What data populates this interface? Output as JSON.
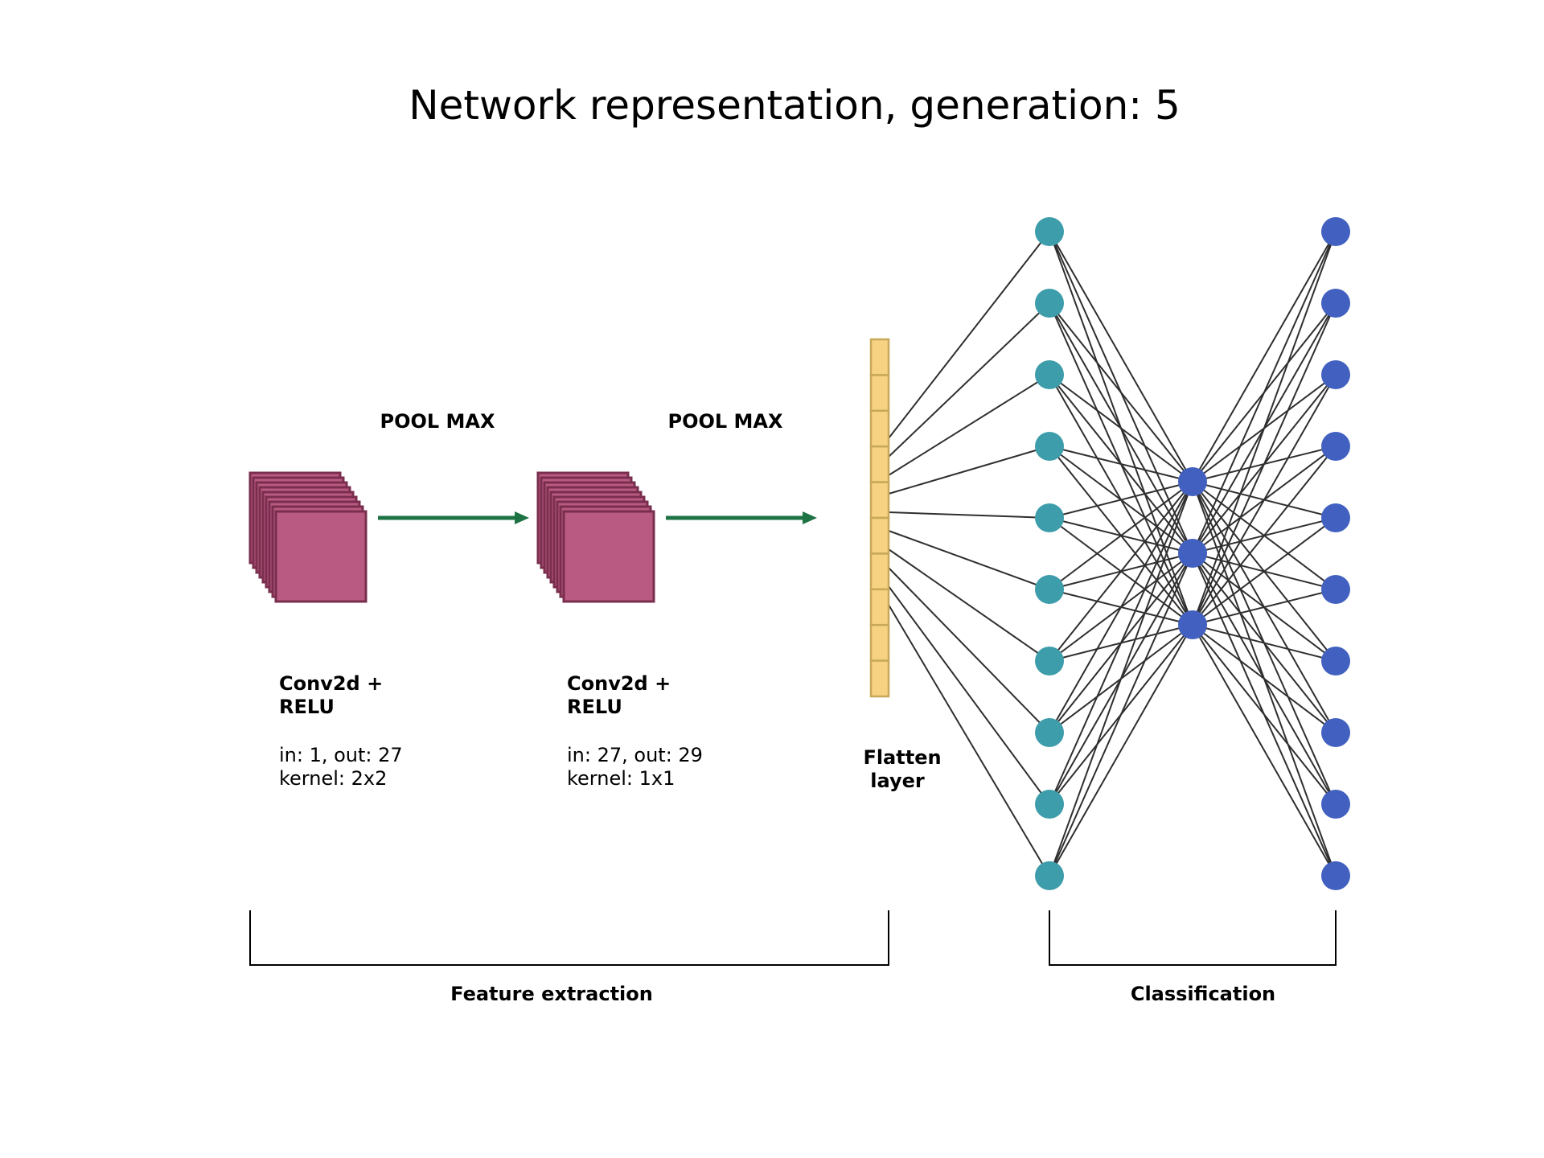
{
  "title": "Network representation, generation: 5",
  "conv_layers": [
    {
      "label_line1": "Conv2d +",
      "label_line2": "RELU",
      "io": "in: 1, out: 27",
      "kernel": "kernel: 2x2",
      "pool": "POOL MAX"
    },
    {
      "label_line1": "Conv2d +",
      "label_line2": "RELU",
      "io": "in: 27, out: 29",
      "kernel": "kernel: 1x1",
      "pool": "POOL MAX"
    }
  ],
  "flatten": {
    "line1": "Flatten",
    "line2": "layer",
    "cells": 10
  },
  "dense_layers": [
    {
      "nodes": 10,
      "color": "#3d9dab"
    },
    {
      "nodes": 3,
      "color": "#4160c0"
    },
    {
      "nodes": 10,
      "color": "#4160c0"
    }
  ],
  "groups": {
    "feature_extraction": "Feature extraction",
    "classification": "Classification"
  },
  "colors": {
    "feature_map_fill": "#b85a82",
    "feature_map_stroke": "#7a2e4e",
    "arrow": "#1e7344",
    "flatten_fill": "#f6d282",
    "flatten_stroke": "#c8a85a",
    "edge": "#2f2f2f",
    "bracket": "#000000"
  }
}
